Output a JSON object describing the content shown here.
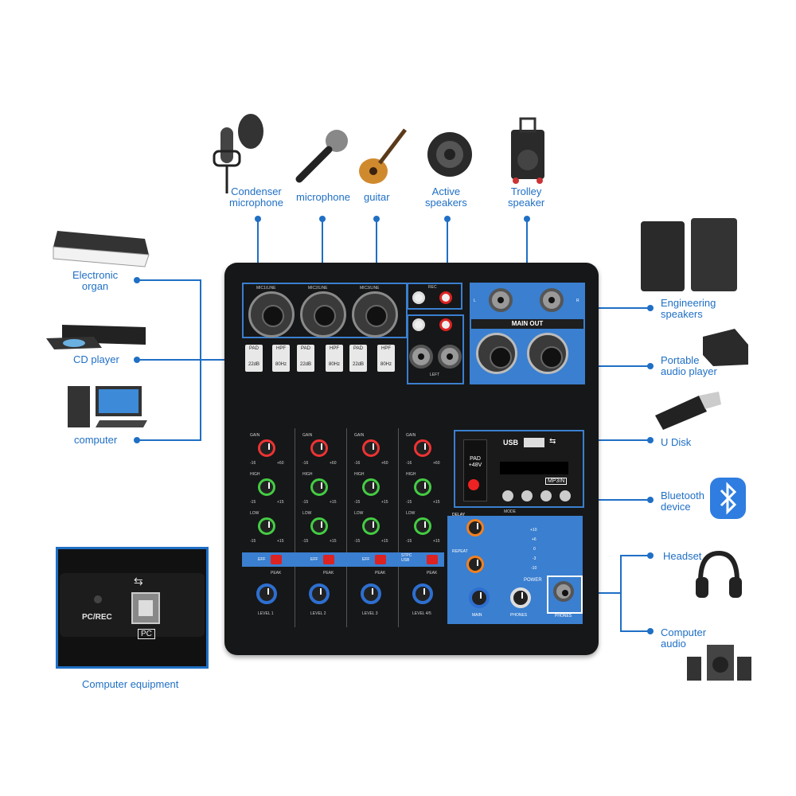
{
  "labels": {
    "condenser_mic": "Condenser\nmicrophone",
    "microphone": "microphone",
    "guitar": "guitar",
    "active_speakers": "Active\nspeakers",
    "trolley_speaker": "Trolley\nspeaker",
    "electronic_organ": "Electronic\norgan",
    "cd_player": "CD player",
    "computer": "computer",
    "engineering_speakers": "Engineering\nspeakers",
    "portable_audio_player": "Portable\naudio player",
    "u_disk": "U Disk",
    "bluetooth_device": "Bluetooth\ndevice",
    "headset": "Headset",
    "computer_audio": "Computer\naudio",
    "computer_equipment": "Computer equipment"
  },
  "inset": {
    "port_label": "PC/REC",
    "pc_label": "PC"
  },
  "mixer": {
    "mic_inputs": [
      "MIC1/LINE",
      "MIC2/LINE",
      "MIC3/LINE"
    ],
    "pad": "PAD",
    "pad_value": "22dB",
    "hpf": "HPF",
    "hpf_value": "80Hz",
    "rec": "REC",
    "left": "LEFT",
    "main_out": "MAIN OUT",
    "l": "L",
    "r": "R",
    "usb": "USB",
    "pad48": "PAD\n+48V",
    "mp3_badge": "MP3IN",
    "mode": "MODE",
    "gain": "GAIN",
    "high": "HIGH",
    "low": "LOW",
    "eff": "EFF",
    "stpc_usb": "STPC\nUSB",
    "peak": "PEAK",
    "gain_range": [
      "-16",
      "+60"
    ],
    "eq_range": [
      "-15",
      "+15"
    ],
    "levels": [
      "LEVEL 1",
      "LEVEL 2",
      "LEVEL 3",
      "LEVEL 4/5"
    ],
    "delay": "DELAY",
    "repeat": "REPEAT",
    "power": "POWER",
    "main": "MAIN",
    "phones": "PHONES",
    "meter": [
      "+10",
      "+6",
      "0",
      "-3",
      "-10"
    ]
  },
  "colors": {
    "accent": "#1f6fc5",
    "panel_blue": "#3a7fd0"
  }
}
